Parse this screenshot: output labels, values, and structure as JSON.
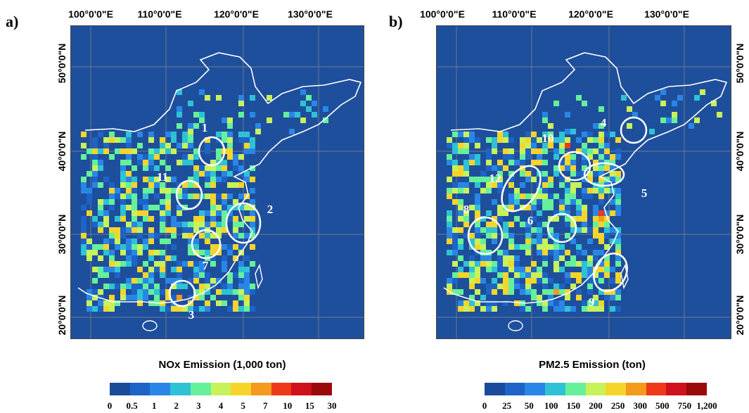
{
  "panel_a": {
    "letter": "a)",
    "lon_labels": [
      "100°0'0\"E",
      "110°0'0\"E",
      "120°0'0\"E",
      "130°0'0\"E"
    ],
    "lat_labels": [
      "50°0'0\"N",
      "40°0'0\"N",
      "30°0'0\"N",
      "20°0'0\"N"
    ],
    "legend_title": "NOx Emission (1,000 ton)",
    "legend_ticks": [
      "0",
      "0.5",
      "1",
      "2",
      "3",
      "4",
      "5",
      "7",
      "10",
      "15",
      "30"
    ],
    "callouts": [
      "1",
      "2",
      "3",
      "7",
      "11"
    ]
  },
  "panel_b": {
    "letter": "b)",
    "lon_labels": [
      "100°0'0\"E",
      "110°0'0\"E",
      "120°0'0\"E",
      "130°0'0\"E"
    ],
    "lat_labels": [
      "50°0'0\"N",
      "40°0'0\"N",
      "30°0'0\"N",
      "20°0'0\"N"
    ],
    "legend_title": "PM2.5 Emission (ton)",
    "legend_ticks": [
      "0",
      "25",
      "50",
      "100",
      "150",
      "200",
      "250",
      "300",
      "500",
      "750",
      "1,200"
    ],
    "callouts": [
      "4",
      "5",
      "6",
      "8",
      "9",
      "10",
      "12"
    ]
  },
  "colors": {
    "ocean": "#1e4f9c",
    "scale": [
      "#1a4a9a",
      "#1e63c6",
      "#2a86e6",
      "#2fc2d4",
      "#66f09a",
      "#c8f25a",
      "#f6d52a",
      "#f49a1c",
      "#ee3a1a",
      "#d0101a",
      "#9a0a0a"
    ],
    "boundary": "#ffffff"
  }
}
